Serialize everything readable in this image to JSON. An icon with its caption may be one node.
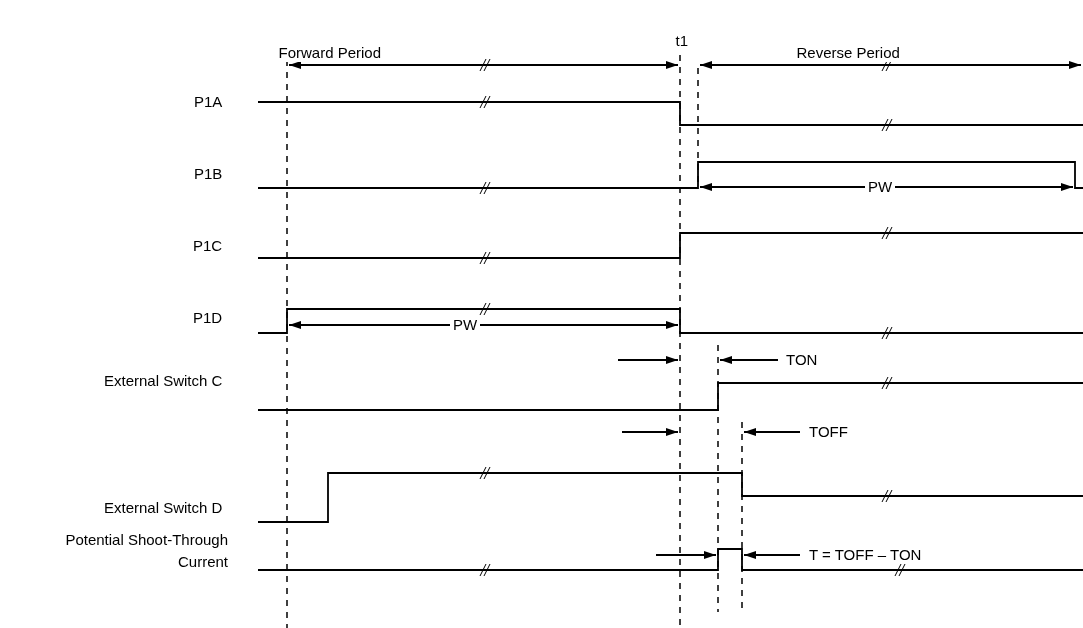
{
  "diagram": {
    "labels": [
      "Forward Period",
      "t1",
      "Reverse Period",
      "P1A",
      "P1B",
      "PW",
      "P1C",
      "P1D",
      "PW",
      "TON",
      "External Switch C",
      "TOFF",
      "External Switch D",
      "Potential Shoot-Through Current",
      "T = TOFF – TON"
    ]
  }
}
